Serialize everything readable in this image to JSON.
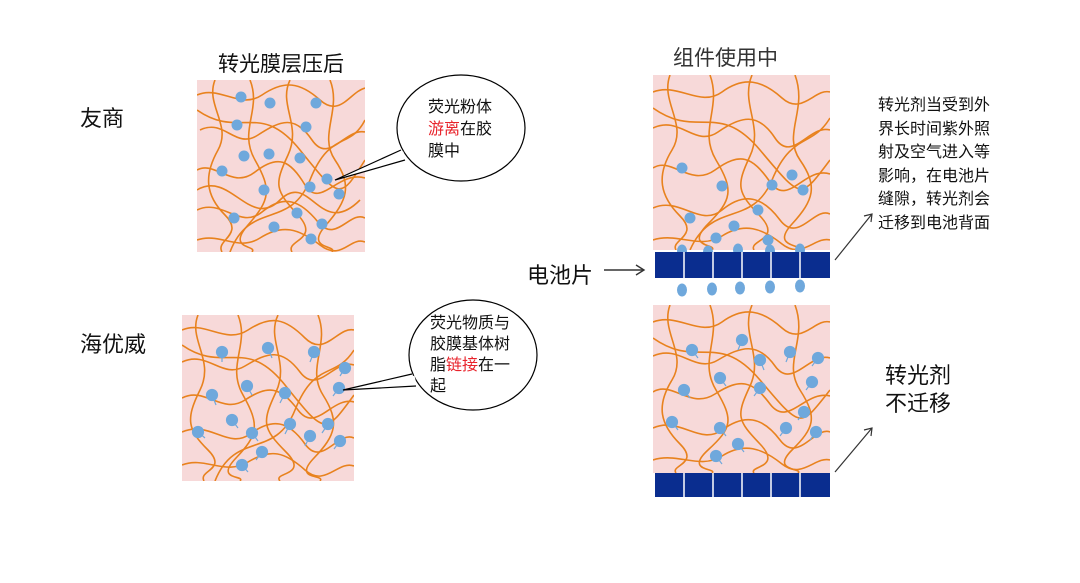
{
  "left": {
    "header": "转光膜层压后",
    "rows": [
      {
        "label": "友商",
        "callout": {
          "line1": "荧光粉体",
          "line2_highlight": "游离",
          "line2_rest": "在胶",
          "line3": "膜中"
        }
      },
      {
        "label": "海优威",
        "callout": {
          "line1": "荧光物质与",
          "line2": "胶膜基体树",
          "line3_pre": "脂",
          "line3_highlight": "链接",
          "line3_post": "在一",
          "line4": "起"
        }
      }
    ]
  },
  "right": {
    "header": "组件使用中",
    "cell_label": "电池片",
    "note_top": [
      "转光剂当受到外",
      "界长时间紫外照",
      "射及空气进入等",
      "影响，在电池片",
      "缝隙，转光剂会",
      "迁移到电池背面"
    ],
    "note_bottom": [
      "转光剂",
      "不迁移"
    ]
  },
  "colors": {
    "film_background": "#f7d9d9",
    "polymer_fiber": "#e8821e",
    "phosphor_dot": "#6fa8dc",
    "cell_block": "#0a2d8f",
    "highlight_text": "#e8232b"
  }
}
